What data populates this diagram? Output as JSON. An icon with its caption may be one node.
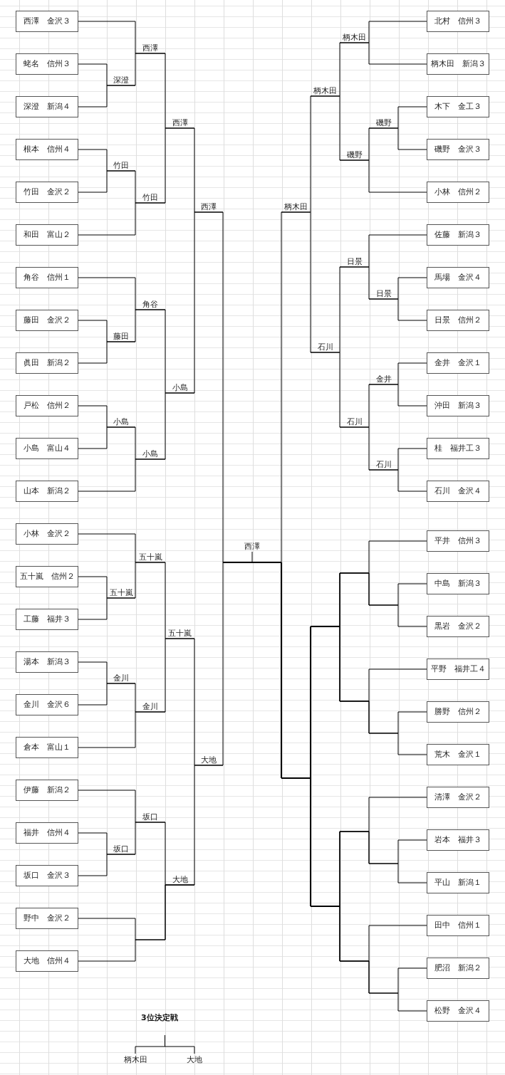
{
  "diagram": {
    "nodes": [
      {
        "text": [
          "西澤　金沢３"
        ]
      },
      {
        "text": [
          "蛯名　信州３"
        ]
      },
      {
        "text": [
          "深澄　新潟４"
        ]
      },
      {
        "text": [
          "根本　信州４"
        ]
      },
      {
        "text": [
          "竹田　金沢２"
        ]
      },
      {
        "text": [
          "和田　富山２"
        ]
      },
      {
        "text": [
          "角谷　信州１"
        ]
      },
      {
        "text": [
          "藤田　金沢２"
        ]
      },
      {
        "text": [
          "眞田　新潟２"
        ]
      },
      {
        "text": [
          "戸松　信州２"
        ]
      },
      {
        "text": [
          "小島　富山４"
        ]
      },
      {
        "text": [
          "山本　新潟２"
        ]
      },
      {
        "text": [
          "小林　金沢２"
        ]
      },
      {
        "text": [
          "五十嵐　信州２"
        ]
      },
      {
        "text": [
          "工藤　福井３"
        ]
      },
      {
        "text": [
          "湯本　新潟３"
        ]
      },
      {
        "text": [
          "金川　金沢６"
        ]
      },
      {
        "text": [
          "倉本　富山１"
        ]
      },
      {
        "text": [
          "伊藤　新潟２"
        ]
      },
      {
        "text": [
          "福井　信州４"
        ]
      },
      {
        "text": [
          "坂口　金沢３"
        ]
      },
      {
        "text": [
          "野中　金沢２"
        ]
      },
      {
        "text": [
          "大地　信州４"
        ]
      },
      {
        "text": [
          "北村　信州３"
        ]
      },
      {
        "text": [
          "柄木田　新潟３"
        ]
      },
      {
        "text": [
          "木下　金工３"
        ]
      },
      {
        "text": [
          "磯野　金沢３"
        ]
      },
      {
        "text": [
          "小林　信州２"
        ]
      },
      {
        "text": [
          "佐藤　新潟３"
        ]
      },
      {
        "text": [
          "馬場　金沢４"
        ]
      },
      {
        "text": [
          "日景　信州２"
        ]
      },
      {
        "text": [
          "金井　金沢１"
        ]
      },
      {
        "text": [
          "沖田　新潟３"
        ]
      },
      {
        "text": [
          "桂　福井工３"
        ]
      },
      {
        "text": [
          "石川　金沢４"
        ]
      },
      {
        "text": [
          "平井　信州３"
        ]
      },
      {
        "text": [
          "中島　新潟３"
        ]
      },
      {
        "text": [
          "黒岩　金沢２"
        ]
      },
      {
        "text": [
          "平野　福井工４"
        ]
      },
      {
        "text": [
          "勝野　信州２"
        ]
      },
      {
        "text": [
          "荒木　金沢１"
        ]
      },
      {
        "text": [
          "清澤　金沢２"
        ]
      },
      {
        "text": [
          "岩本　福井３"
        ]
      },
      {
        "text": [
          "平山　新潟１"
        ]
      },
      {
        "text": [
          "田中　信州１"
        ]
      },
      {
        "text": [
          "肥沼　新潟２"
        ]
      },
      {
        "text": [
          "松野　金沢４"
        ]
      },
      {
        "text": [
          "深澄"
        ]
      },
      {
        "text": [
          "西澤"
        ]
      },
      {
        "text": [
          "竹田"
        ]
      },
      {
        "text": [
          "竹田"
        ]
      },
      {
        "text": [
          "西澤"
        ]
      },
      {
        "text": [
          "藤田"
        ]
      },
      {
        "text": [
          "角谷"
        ]
      },
      {
        "text": [
          "小島"
        ]
      },
      {
        "text": [
          "小島"
        ]
      },
      {
        "text": [
          "小島"
        ]
      },
      {
        "text": [
          "西澤"
        ]
      },
      {
        "text": [
          "五十嵐"
        ]
      },
      {
        "text": [
          "五十嵐"
        ]
      },
      {
        "text": [
          "金川"
        ]
      },
      {
        "text": [
          "金川"
        ]
      },
      {
        "text": [
          "五十嵐"
        ]
      },
      {
        "text": [
          "坂口"
        ]
      },
      {
        "text": [
          "坂口"
        ]
      },
      {
        "text": [
          "大地"
        ]
      },
      {
        "text": [
          "大地"
        ]
      },
      {
        "text": [
          "西澤"
        ]
      },
      {
        "text": [
          "柄木田"
        ]
      },
      {
        "text": [
          "柄木田"
        ]
      },
      {
        "text": [
          "柄木田"
        ]
      },
      {
        "text": [
          "磯野"
        ]
      },
      {
        "text": [
          "磯野"
        ]
      },
      {
        "text": [
          "石川"
        ]
      },
      {
        "text": [
          "日景"
        ]
      },
      {
        "text": [
          "日景"
        ]
      },
      {
        "text": [
          "石川"
        ]
      },
      {
        "text": [
          "金井"
        ]
      },
      {
        "text": [
          "石川"
        ]
      },
      {
        "text": [
          "柄木田"
        ]
      },
      {
        "text": [
          "大地"
        ]
      }
    ],
    "edges": [
      {
        "from": 1,
        "to": 47,
        "arrow": "none"
      },
      {
        "from": 2,
        "to": 47,
        "arrow": "none"
      },
      {
        "from": 0,
        "to": 48,
        "arrow": "none"
      },
      {
        "from": 47,
        "to": 48,
        "arrow": "none"
      },
      {
        "from": 3,
        "to": 49,
        "arrow": "none"
      },
      {
        "from": 4,
        "to": 49,
        "arrow": "none"
      },
      {
        "from": 49,
        "to": 50,
        "arrow": "none"
      },
      {
        "from": 5,
        "to": 50,
        "arrow": "none"
      },
      {
        "from": 48,
        "to": 51,
        "arrow": "none"
      },
      {
        "from": 50,
        "to": 51,
        "arrow": "none"
      },
      {
        "from": 7,
        "to": 52,
        "arrow": "none"
      },
      {
        "from": 8,
        "to": 52,
        "arrow": "none"
      },
      {
        "from": 6,
        "to": 53,
        "arrow": "none"
      },
      {
        "from": 52,
        "to": 53,
        "arrow": "none"
      },
      {
        "from": 9,
        "to": 54,
        "arrow": "none"
      },
      {
        "from": 10,
        "to": 54,
        "arrow": "none"
      },
      {
        "from": 54,
        "to": 55,
        "arrow": "none"
      },
      {
        "from": 11,
        "to": 55,
        "arrow": "none"
      },
      {
        "from": 53,
        "to": 56,
        "arrow": "none"
      },
      {
        "from": 55,
        "to": 56,
        "arrow": "none"
      },
      {
        "from": 51,
        "to": 57,
        "arrow": "none"
      },
      {
        "from": 56,
        "to": 57,
        "arrow": "none"
      },
      {
        "from": 13,
        "to": 58,
        "arrow": "none"
      },
      {
        "from": 14,
        "to": 58,
        "arrow": "none"
      },
      {
        "from": 12,
        "to": 59,
        "arrow": "none"
      },
      {
        "from": 58,
        "to": 59,
        "arrow": "none"
      },
      {
        "from": 15,
        "to": 60,
        "arrow": "none"
      },
      {
        "from": 16,
        "to": 60,
        "arrow": "none"
      },
      {
        "from": 60,
        "to": 61,
        "arrow": "none"
      },
      {
        "from": 17,
        "to": 61,
        "arrow": "none"
      },
      {
        "from": 59,
        "to": 62,
        "arrow": "none"
      },
      {
        "from": 61,
        "to": 62,
        "arrow": "none"
      },
      {
        "from": 18,
        "to": 64,
        "arrow": "none"
      },
      {
        "from": 19,
        "to": 63,
        "arrow": "none"
      },
      {
        "from": 20,
        "to": 63,
        "arrow": "none"
      },
      {
        "from": 63,
        "to": 64,
        "arrow": "none"
      },
      {
        "from": 64,
        "to": 65,
        "arrow": "none"
      },
      {
        "from": 21,
        "to": 65,
        "arrow": "none"
      },
      {
        "from": 22,
        "to": 65,
        "arrow": "none"
      },
      {
        "from": 62,
        "to": 66,
        "arrow": "none"
      },
      {
        "from": 65,
        "to": 66,
        "arrow": "none"
      },
      {
        "from": 57,
        "to": 67,
        "arrow": "none"
      },
      {
        "from": 66,
        "to": 67,
        "arrow": "none"
      },
      {
        "from": 67,
        "to": 68,
        "arrow": "none"
      },
      {
        "from": 68,
        "to": 69,
        "arrow": "none"
      },
      {
        "from": 68,
        "to": 73,
        "arrow": "none"
      },
      {
        "from": 69,
        "to": 70,
        "arrow": "none"
      },
      {
        "from": 69,
        "to": 71,
        "arrow": "none"
      },
      {
        "from": 70,
        "to": 23,
        "arrow": "none"
      },
      {
        "from": 70,
        "to": 24,
        "arrow": "none"
      },
      {
        "from": 71,
        "to": 72,
        "arrow": "none"
      },
      {
        "from": 71,
        "to": 27,
        "arrow": "none"
      },
      {
        "from": 72,
        "to": 25,
        "arrow": "none"
      },
      {
        "from": 72,
        "to": 26,
        "arrow": "none"
      },
      {
        "from": 73,
        "to": 74,
        "arrow": "none"
      },
      {
        "from": 73,
        "to": 76,
        "arrow": "none"
      },
      {
        "from": 74,
        "to": 28,
        "arrow": "none"
      },
      {
        "from": 74,
        "to": 75,
        "arrow": "none"
      },
      {
        "from": 75,
        "to": 29,
        "arrow": "none"
      },
      {
        "from": 75,
        "to": 30,
        "arrow": "none"
      },
      {
        "from": 76,
        "to": 77,
        "arrow": "none"
      },
      {
        "from": 76,
        "to": 78,
        "arrow": "none"
      },
      {
        "from": 77,
        "to": 31,
        "arrow": "none"
      },
      {
        "from": 77,
        "to": 32,
        "arrow": "none"
      },
      {
        "from": 78,
        "to": 33,
        "arrow": "none"
      },
      {
        "from": 78,
        "to": 34,
        "arrow": "none"
      },
      {
        "from": 67,
        "to": 35,
        "arrow": "none"
      },
      {
        "from": 67,
        "to": 36,
        "arrow": "none"
      },
      {
        "from": 67,
        "to": 37,
        "arrow": "none"
      },
      {
        "from": 67,
        "to": 38,
        "arrow": "none"
      },
      {
        "from": 67,
        "to": 39,
        "arrow": "none"
      },
      {
        "from": 67,
        "to": 40,
        "arrow": "none"
      },
      {
        "from": 67,
        "to": 41,
        "arrow": "none"
      },
      {
        "from": 67,
        "to": 42,
        "arrow": "none"
      },
      {
        "from": 67,
        "to": 43,
        "arrow": "none"
      },
      {
        "from": 67,
        "to": 44,
        "arrow": "none"
      },
      {
        "from": 67,
        "to": 45,
        "arrow": "none"
      },
      {
        "from": 67,
        "to": 46,
        "arrow": "none"
      },
      {
        "from": 79,
        "to": 80,
        "arrow": "none"
      }
    ],
    "labels": [
      "3位決定戦"
    ]
  }
}
